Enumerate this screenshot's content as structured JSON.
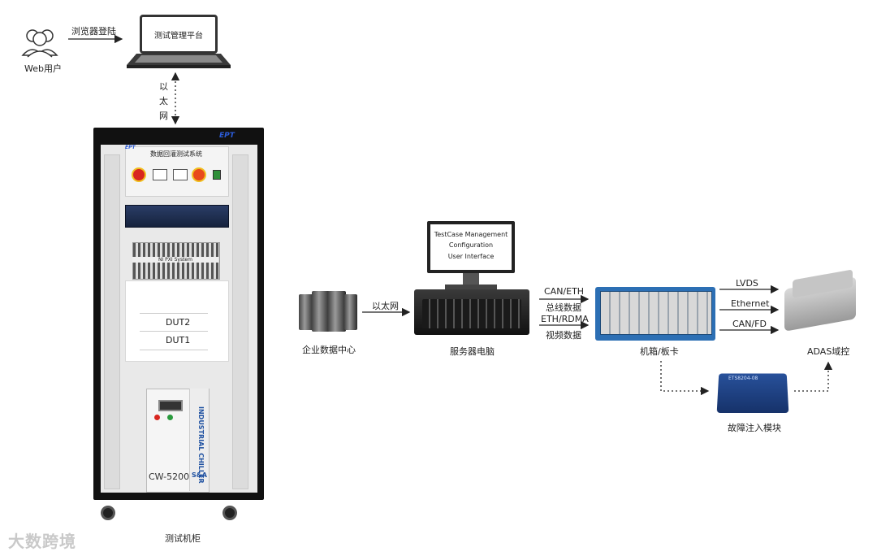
{
  "web_user": {
    "label": "Web用户",
    "arrow_label": "浏览器登陆"
  },
  "laptop": {
    "screen_text": "测试管理平台"
  },
  "ethernet_vertical": [
    "以",
    "太",
    "网"
  ],
  "cabinet": {
    "brand": "EPT",
    "panel_title": "数据回灌测试系统",
    "pxi_label": "NI PXI System",
    "dut2": "DUT2",
    "dut1": "DUT1",
    "chiller_model": "CW-5200",
    "chiller_vertical": "INDUSTRIAL CHILLER",
    "chiller_logo": "S&A",
    "caption": "测试机柜"
  },
  "datacenter": {
    "label": "企业数据中心",
    "link_label": "以太网"
  },
  "server": {
    "screen_lines": [
      "TestCase Management",
      "Configuration",
      "User Interface"
    ],
    "label": "服务器电脑"
  },
  "links_server_chassis": [
    {
      "top": "CAN/ETH",
      "bottom": "总线数据"
    },
    {
      "top": "ETH/RDMA",
      "bottom": "视频数据"
    }
  ],
  "chassis": {
    "label": "机箱/板卡"
  },
  "links_chassis_adas": [
    "LVDS",
    "Ethernet",
    "CAN/FD"
  ],
  "adas": {
    "label": "ADAS域控"
  },
  "fault_module": {
    "label": "故障注入模块",
    "device_text": "ETS8204-08"
  },
  "watermark": "大数跨境",
  "colors": {
    "chassis_blue": "#2c6fb4",
    "fault_blue": "#1f3f82",
    "emergency_red": "#d8261f"
  }
}
